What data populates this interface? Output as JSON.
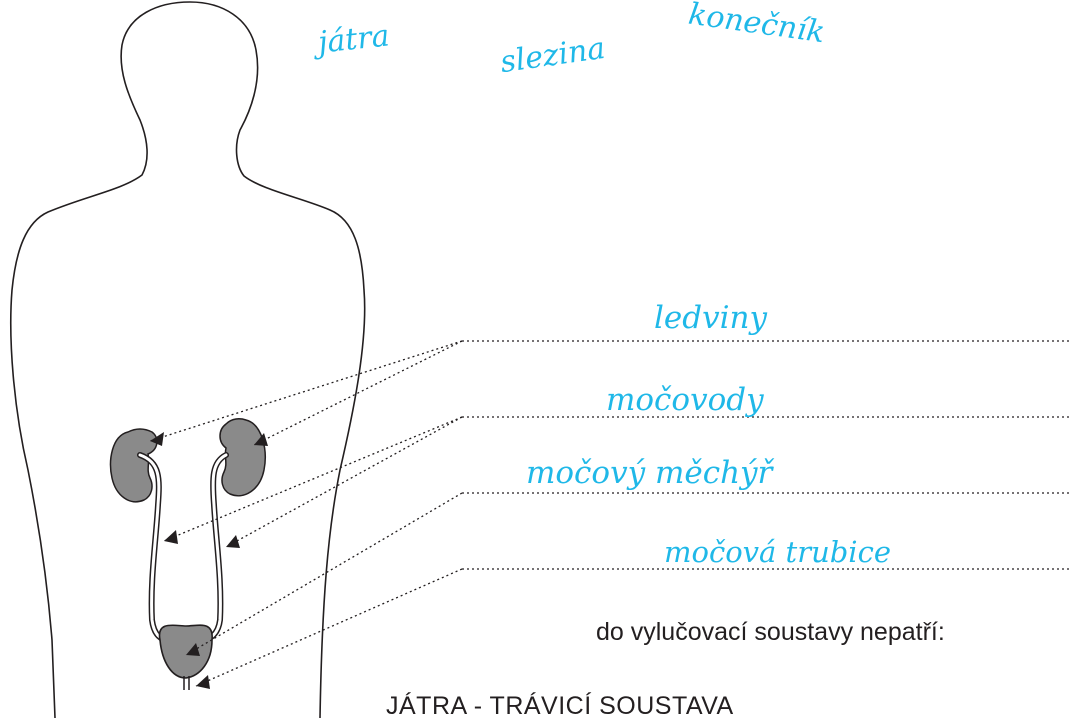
{
  "organs_not_included": {
    "liver": "játra",
    "spleen": "slezina",
    "rectum": "konečník"
  },
  "labels": {
    "kidneys": "ledviny",
    "ureters": "močovody",
    "bladder": "močový měchýř",
    "urethra": "močová trubice"
  },
  "question": "do vylučovací soustavy nepatří:",
  "answer": "JÁTRA - TRÁVICÍ SOUSTAVA",
  "colors": {
    "handwriting": "#1fb8e8",
    "outline": "#231f20",
    "organ_fill": "#8a8a8a"
  }
}
